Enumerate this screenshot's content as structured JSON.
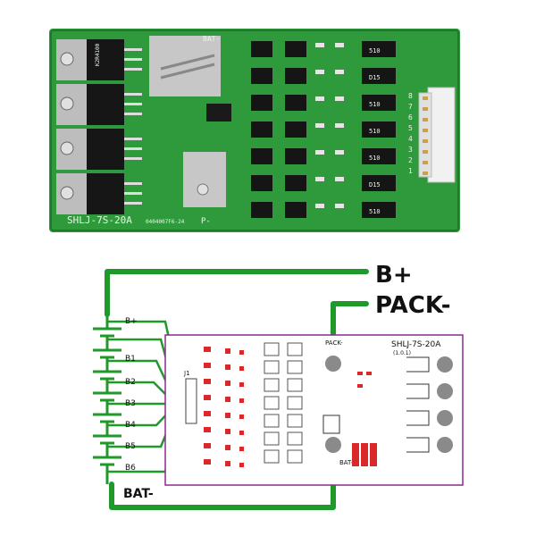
{
  "photo": {
    "board_silk_name": "SHLJ-7S-20A",
    "board_silk_code": "0404007F6-24",
    "bat_minus_silk": "BAT-",
    "p_minus_silk": "P-",
    "mosfet_marking": "K2R4100",
    "resistor_markings": [
      "510",
      "D15",
      "510",
      "510",
      "510",
      "D15",
      "510"
    ],
    "connector_pin_numbers": [
      "8",
      "7",
      "6",
      "5",
      "4",
      "3",
      "2",
      "1"
    ]
  },
  "diagram": {
    "bplus_label": "B+",
    "packminus_label": "PACK-",
    "batminus_label": "BAT-",
    "cell_labels": [
      "B+",
      "B1",
      "B2",
      "B3",
      "B4",
      "B5",
      "B6"
    ],
    "board_pack_label": "PACK-",
    "board_bat_label": "BAT-",
    "board_name": "SHLJ-7S-20A",
    "board_sub": "(1.0.1)",
    "connector_label": "J1",
    "colors": {
      "wire": "#1f9a2a",
      "board_outline": "#8b2a8b",
      "pad_red": "#d8282a",
      "pad_gray": "#8a8a8a",
      "pcb_green": "#2f9a3b"
    }
  }
}
